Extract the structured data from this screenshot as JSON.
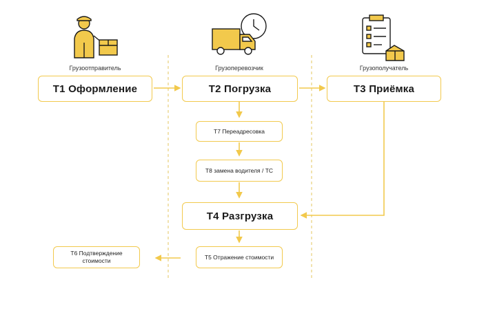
{
  "roles": {
    "shipper": "Грузоотправитель",
    "carrier": "Грузоперевозчик",
    "consignee": "Грузополучатель"
  },
  "nodes": {
    "t1": "Т1 Оформление",
    "t2": "Т2 Погрузка",
    "t3": "Т3 Приёмка",
    "t7": "Т7 Переадресовка",
    "t8": "Т8 замена водителя / ТС",
    "t4": "Т4 Разгрузка",
    "t5": "Т5 Отражение стоимости",
    "t6": "Т6 Подтверждение стоимости"
  },
  "icons": {
    "shipper": "courier-with-box-icon",
    "carrier": "truck-with-clock-icon",
    "consignee": "checklist-with-box-icon"
  },
  "colors": {
    "accent": "#f2c94c",
    "divider": "#e6c45c",
    "text": "#1a1a1a"
  }
}
